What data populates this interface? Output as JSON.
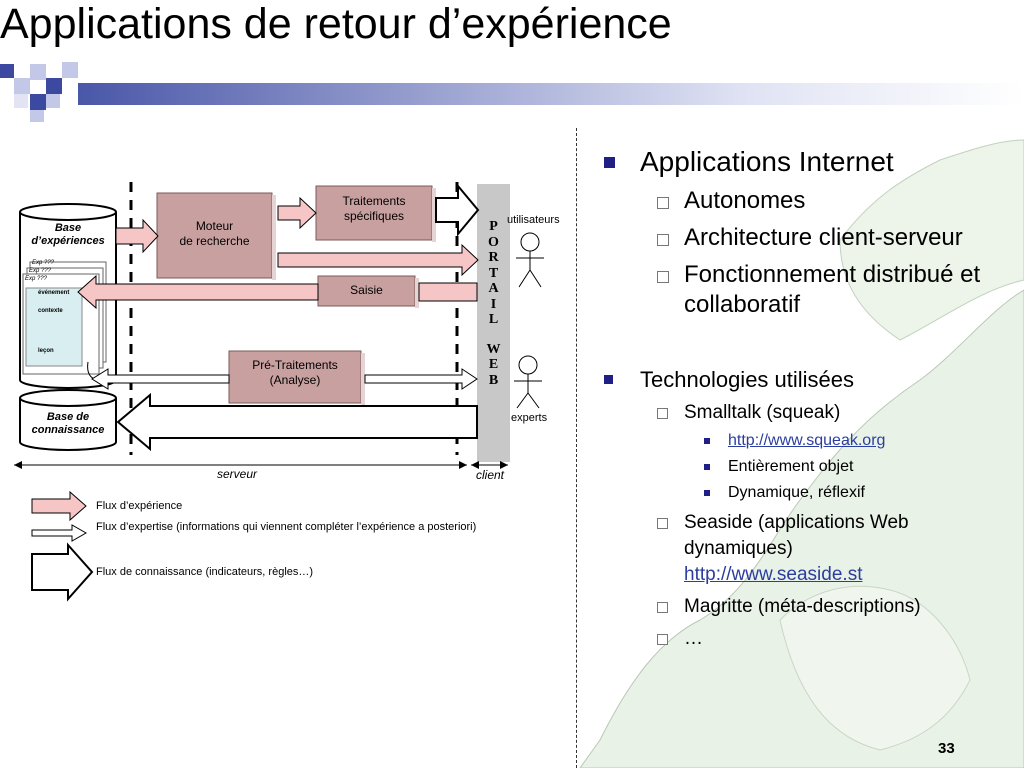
{
  "slide": {
    "title": "Applications de retour d’expérience",
    "page_number": "33"
  },
  "colors": {
    "bullet": "#1f1f86",
    "box_fill": "#c8a0a0",
    "arrow_pink": "#f6c6c6",
    "portal": "#c8c8c8",
    "deco_dark": "#3b4aa0",
    "deco_light": "#c4c8e8",
    "link": "#2b3ea0"
  },
  "bullets": {
    "apps": "Applications Internet",
    "autonomes": "Autonomes",
    "archi": "Architecture client-serveur",
    "fonct": "Fonctionnement distribué et collaboratif",
    "tech": "Technologies utilisées",
    "smalltalk": "Smalltalk (squeak)",
    "squeak_url": "http://www.squeak.org",
    "entierement": "Entièrement objet",
    "dynamique": "Dynamique, réflexif",
    "seaside": "Seaside (applications Web dynamiques)",
    "seaside_url": "http://www.seaside.st",
    "magritte": "Magritte (méta-descriptions)",
    "etc": "…"
  },
  "diagram": {
    "base_exp_1": "Base",
    "base_exp_2": "d’expériences",
    "exp1": "Exp ???",
    "exp2": "Exp ???",
    "exp3": "Exp ???",
    "evenement": "événement",
    "contexte": "contexte",
    "lecon": "leçon",
    "moteur_1": "Moteur",
    "moteur_2": "de recherche",
    "traitements_1": "Traitements",
    "traitements_2": "spécifiques",
    "saisie": "Saisie",
    "pretraitements_1": "Pré-Traitements",
    "pretraitements_2": "(Analyse)",
    "base_conn_1": "Base de",
    "base_conn_2": "connaissance",
    "portail": [
      "P",
      "O",
      "R",
      "T",
      "A",
      "I",
      "L"
    ],
    "web": [
      "W",
      "E",
      "B"
    ],
    "utilisateurs": "utilisateurs",
    "experts": "experts",
    "serveur": "serveur",
    "client": "client"
  },
  "legend": {
    "flux_experience": "Flux d’expérience",
    "flux_expertise": "Flux d’expertise (informations qui viennent compléter l’expérience a posteriori)",
    "flux_connaissance": "Flux de connaissance (indicateurs, règles…)"
  }
}
